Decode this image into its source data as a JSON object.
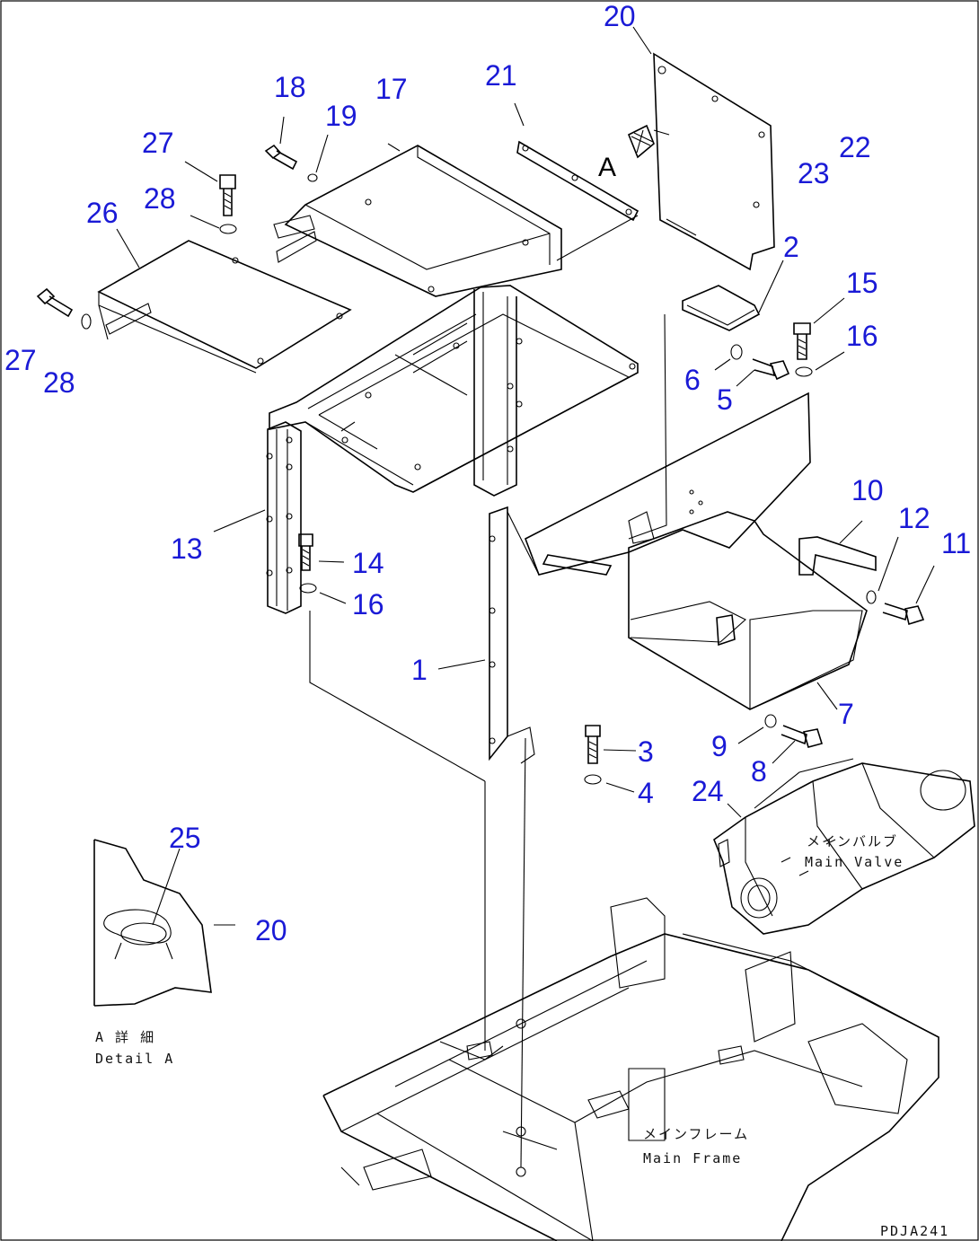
{
  "callouts": [
    {
      "id": "c20a",
      "text": "20"
    },
    {
      "id": "c21",
      "text": "21"
    },
    {
      "id": "c18",
      "text": "18"
    },
    {
      "id": "c17",
      "text": "17"
    },
    {
      "id": "c19",
      "text": "19"
    },
    {
      "id": "c27a",
      "text": "27"
    },
    {
      "id": "c28a",
      "text": "28"
    },
    {
      "id": "c26",
      "text": "26"
    },
    {
      "id": "c22",
      "text": "22"
    },
    {
      "id": "c23",
      "text": "23"
    },
    {
      "id": "c2",
      "text": "2"
    },
    {
      "id": "c15",
      "text": "15"
    },
    {
      "id": "c16a",
      "text": "16"
    },
    {
      "id": "c6",
      "text": "6"
    },
    {
      "id": "c5",
      "text": "5"
    },
    {
      "id": "c27b",
      "text": "27"
    },
    {
      "id": "c28b",
      "text": "28"
    },
    {
      "id": "c10",
      "text": "10"
    },
    {
      "id": "c12",
      "text": "12"
    },
    {
      "id": "c11",
      "text": "11"
    },
    {
      "id": "c13",
      "text": "13"
    },
    {
      "id": "c14",
      "text": "14"
    },
    {
      "id": "c16b",
      "text": "16"
    },
    {
      "id": "c1",
      "text": "1"
    },
    {
      "id": "c7",
      "text": "7"
    },
    {
      "id": "c3",
      "text": "3"
    },
    {
      "id": "c9",
      "text": "9"
    },
    {
      "id": "c8",
      "text": "8"
    },
    {
      "id": "c4",
      "text": "4"
    },
    {
      "id": "c24",
      "text": "24"
    },
    {
      "id": "c25",
      "text": "25"
    },
    {
      "id": "c20b",
      "text": "20"
    }
  ],
  "annotations": {
    "view_marker": "A",
    "detail_jp": "A 詳 細",
    "detail_en": "Detail A",
    "main_valve_jp": "メインバルブ",
    "main_valve_en": "Main Valve",
    "main_frame_jp": "メインフレーム",
    "main_frame_en": "Main Frame",
    "drawing_code": "PDJA241"
  }
}
